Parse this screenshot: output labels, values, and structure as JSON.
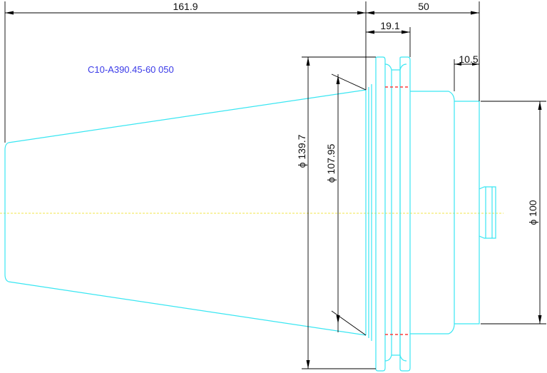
{
  "part_number": "C10-A390.45-60 050",
  "dimensions": {
    "total_length": "161.9",
    "flange_to_end": "50",
    "flange_width": "19.1",
    "pilot_length": "10.5",
    "flange_diameter": "ϕ 139.7",
    "gauge_diameter": "ϕ 107.95",
    "body_diameter": "ϕ 100"
  },
  "colors": {
    "geometry": "#39e6f2",
    "dimension": "#000000",
    "centerline": "#f2e64a",
    "hidden_lines": "#ff3b3b",
    "part_label": "#3a3ae8"
  }
}
